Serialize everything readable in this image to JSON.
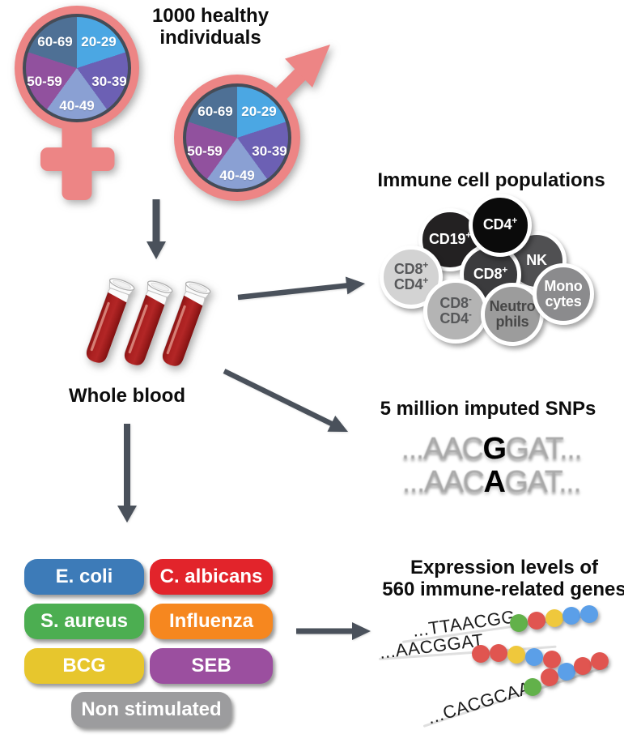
{
  "cohort": {
    "title_line1": "1000 healthy",
    "title_line2": "individuals",
    "female_symbol_icon": "female-gender-symbol",
    "male_symbol_icon": "male-gender-symbol",
    "symbol_color": "#ED8585",
    "pie_ring_color": "#454C57",
    "age_groups": [
      {
        "label": "20-29",
        "color": "#4BA7E3"
      },
      {
        "label": "30-39",
        "color": "#6C60B4"
      },
      {
        "label": "40-49",
        "color": "#8AA0D3"
      },
      {
        "label": "50-59",
        "color": "#91519E"
      },
      {
        "label": "60-69",
        "color": "#4E7095"
      }
    ]
  },
  "blood": {
    "label": "Whole blood",
    "tube_icon": "blood-test-tube",
    "tube_count": 3,
    "blood_color": "#A32020"
  },
  "arrow_color": "#4A515B",
  "immune": {
    "title": "Immune cell populations",
    "cells": [
      {
        "lines": [
          "NK"
        ],
        "fill": "#505052",
        "text_color": "#ffffff"
      },
      {
        "lines": [
          "CD19+"
        ],
        "fill": "#232122",
        "text_color": "#ffffff"
      },
      {
        "lines": [
          "CD8+"
        ],
        "fill": "#3B3B3D",
        "text_color": "#ffffff"
      },
      {
        "lines": [
          "CD4+"
        ],
        "fill": "#0B0B0B",
        "text_color": "#ffffff"
      },
      {
        "lines": [
          "CD8+",
          "CD4+"
        ],
        "fill": "#D3D3D3",
        "text_color": "#57585A"
      },
      {
        "lines": [
          "CD8-",
          "CD4-"
        ],
        "fill": "#B4B4B4",
        "text_color": "#57585A"
      },
      {
        "lines": [
          "Neutro",
          "phils"
        ],
        "fill": "#9C9C9C",
        "text_color": "#474747"
      },
      {
        "lines": [
          "Mono",
          "cytes"
        ],
        "fill": "#8B8B8D",
        "text_color": "#ffffff"
      }
    ]
  },
  "snps": {
    "title": "5 million imputed SNPs",
    "gray_color": "#B3B3B3",
    "variant_color": "#000000",
    "rows": [
      {
        "prefix": "...AAC",
        "variant": "G",
        "suffix": "GAT..."
      },
      {
        "prefix": "...AAC",
        "variant": "A",
        "suffix": "GAT..."
      }
    ]
  },
  "stimuli": {
    "pills": [
      {
        "label": "E. coli",
        "color": "#3D7BB8"
      },
      {
        "label": "C. albicans",
        "color": "#E2242B"
      },
      {
        "label": "S. aureus",
        "color": "#4CAE51"
      },
      {
        "label": "Influenza",
        "color": "#F6871F"
      },
      {
        "label": "BCG",
        "color": "#E7C62D"
      },
      {
        "label": "SEB",
        "color": "#9B4F9F"
      },
      {
        "label": "Non stimulated",
        "color": "#9C9C9E"
      }
    ]
  },
  "expression": {
    "title_line1": "Expression levels of",
    "title_line2": "560 immune-related genes",
    "dot_palette": {
      "green": "#62B14A",
      "red": "#E05550",
      "yellow": "#EFC83C",
      "blue": "#5B9FE8"
    },
    "rows": [
      {
        "sequence": "...TTAACGG",
        "dots": [
          "green",
          "red",
          "yellow",
          "blue",
          "blue"
        ]
      },
      {
        "sequence": "...AACGGAT",
        "dots": [
          "red",
          "red",
          "yellow",
          "blue",
          "red"
        ]
      },
      {
        "sequence": "...CACGCAA",
        "dots": [
          "green",
          "red",
          "blue",
          "red",
          "red"
        ]
      }
    ]
  }
}
